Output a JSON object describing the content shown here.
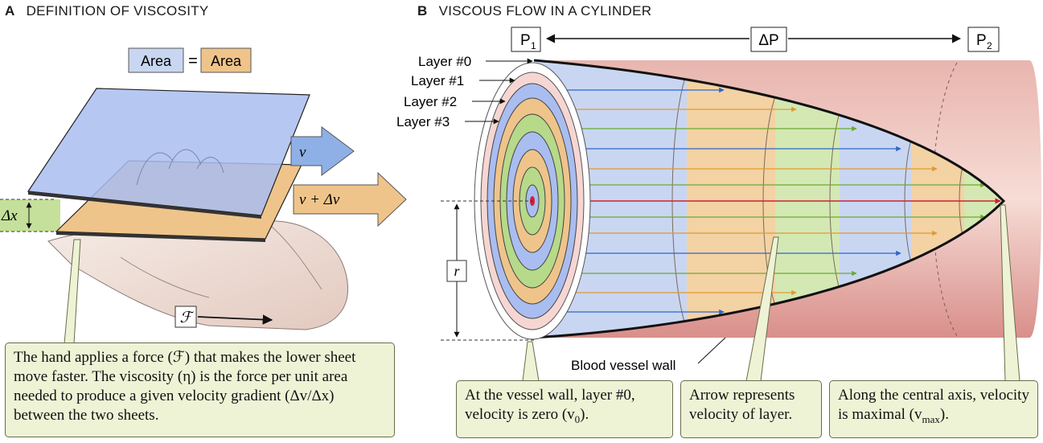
{
  "panel_a": {
    "letter": "A",
    "title": "DEFINITION OF VISCOSITY",
    "area_label_left": "Area",
    "equals": "=",
    "area_label_right": "Area",
    "velocity_top": "v",
    "velocity_bottom": "v + Δv",
    "delta_x": "Δx",
    "force_symbol": "ℱ",
    "callout": "The hand applies a force (ℱ) that makes the lower sheet move faster. The viscosity (η) is the force per unit area needed to produce a given velocity gradient (Δv/Δx) between the two sheets."
  },
  "panel_b": {
    "letter": "B",
    "title": "VISCOUS FLOW IN A CYLINDER",
    "p1": "P",
    "p1_sub": "1",
    "delta_p": "ΔP",
    "p2": "P",
    "p2_sub": "2",
    "layers": [
      "Layer #0",
      "Layer #1",
      "Layer #2",
      "Layer #3"
    ],
    "radius_label": "r",
    "vessel_wall_label": "Blood vessel wall",
    "callout_wall": "At the vessel wall, layer #0, velocity is zero (v",
    "callout_wall_sub": "0",
    "callout_wall_end": ").",
    "callout_arrow": "Arrow represents velocity of layer.",
    "callout_axis": "Along the central axis, velocity is maximal (v",
    "callout_axis_sub": "max",
    "callout_axis_end": ")."
  },
  "colors": {
    "blue_sheet": "#b9c9ee",
    "orange_sheet": "#efc48a",
    "green_band": "#c5e09a",
    "vessel": "#d98f8a",
    "callout_bg": "#eef3d6"
  }
}
